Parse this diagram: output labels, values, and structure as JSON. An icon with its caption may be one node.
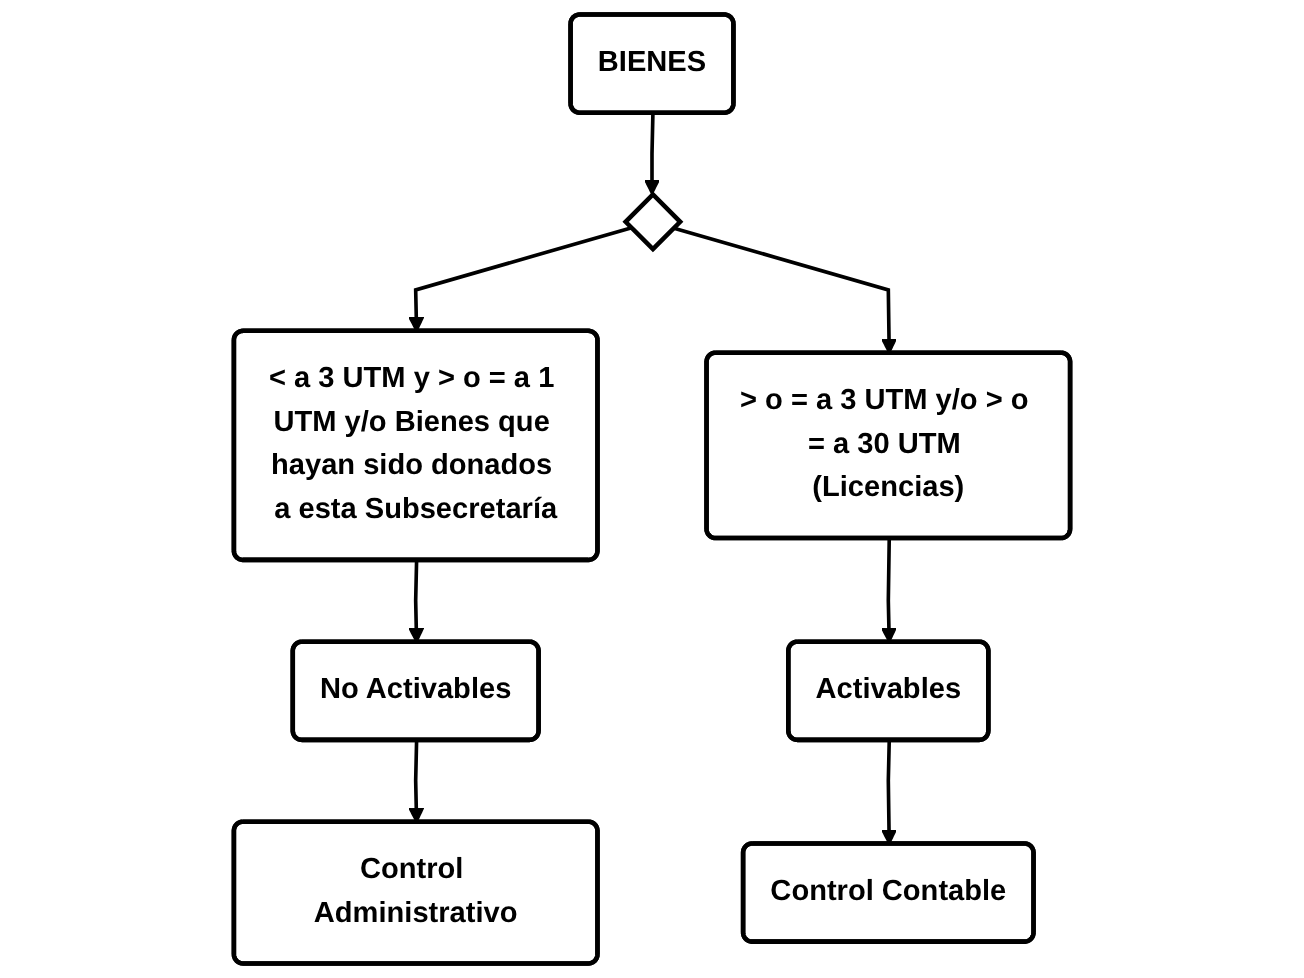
{
  "diagram": {
    "nodes": [
      {
        "text": [
          "BIENES"
        ]
      },
      {
        "text": [
          "< a 3 UTM y > o = a 1 UTM y/o Bienes que hayan sido donados a esta Subsecretaría"
        ]
      },
      {
        "text": [],
        "shape": "diamond"
      },
      {
        "text": [
          "> o = a 3 UTM y/o > o = a 30 UTM (Licencias)"
        ]
      },
      {
        "text": [
          "No Activables"
        ]
      },
      {
        "text": [
          "Activables"
        ]
      },
      {
        "text": [
          "Control Administrativo"
        ]
      },
      {
        "text": [
          "Control Contable"
        ]
      }
    ],
    "edges": [
      {
        "from": 0,
        "to": 2,
        "arrow": "to"
      },
      {
        "from": 2,
        "to": 1,
        "arrow": "to"
      },
      {
        "from": 2,
        "to": 3,
        "arrow": "to"
      },
      {
        "from": 1,
        "to": 4,
        "arrow": "to"
      },
      {
        "from": 3,
        "to": 5,
        "arrow": "to"
      },
      {
        "from": 4,
        "to": 6,
        "arrow": "to"
      },
      {
        "from": 5,
        "to": 7,
        "arrow": "to"
      }
    ]
  }
}
